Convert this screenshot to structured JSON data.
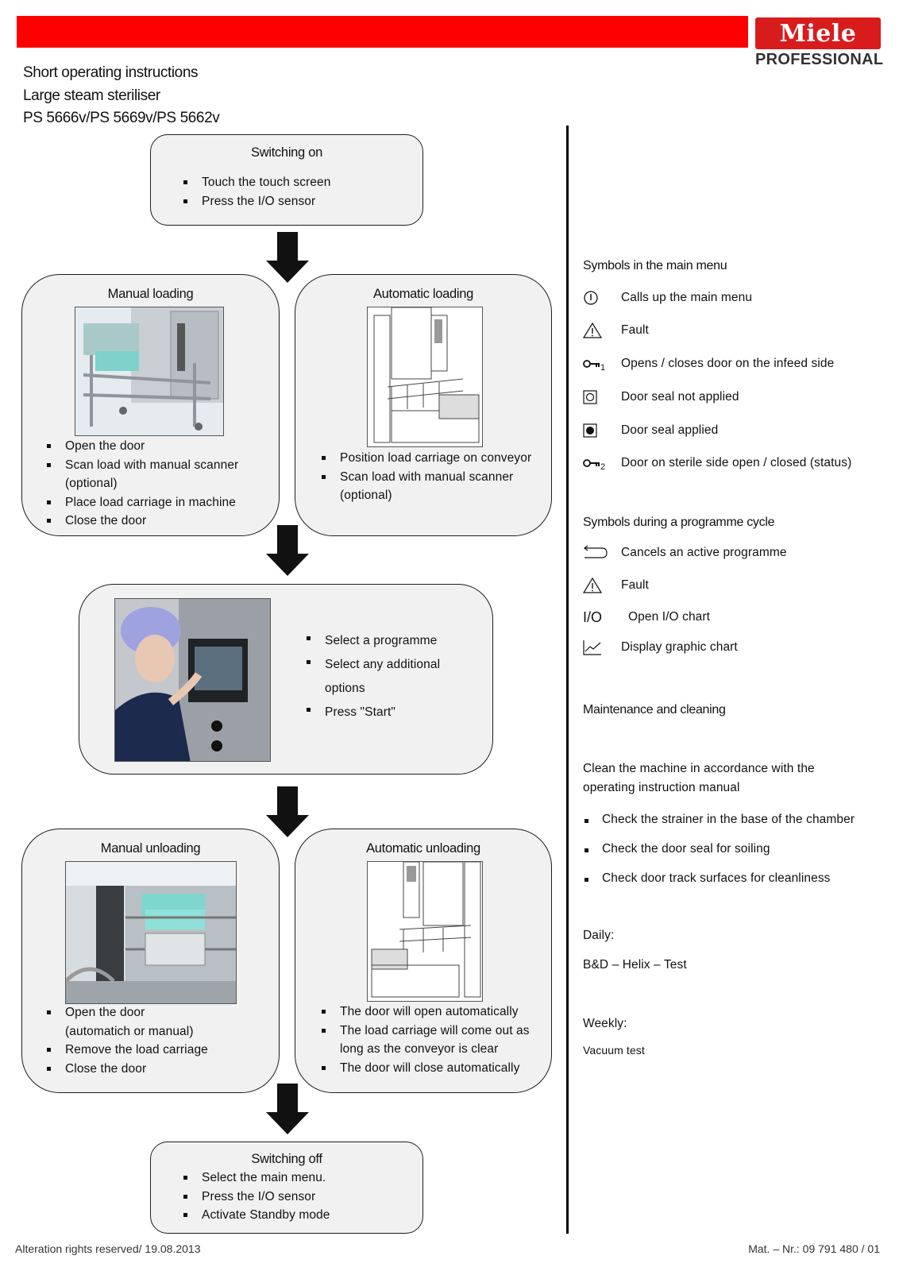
{
  "header": {
    "brand": "Miele",
    "brand_sub": "PROFESSIONAL",
    "titles": [
      "Short operating instructions",
      "Large steam steriliser",
      "PS 5666v/PS 5669v/PS 5662v"
    ]
  },
  "flow": {
    "switching_on": {
      "title": "Switching on",
      "items": [
        "Touch the touch screen",
        "Press the I/O sensor"
      ]
    },
    "manual_loading": {
      "title": "Manual loading",
      "items": [
        "Open the door",
        "Scan load with manual scanner",
        "(optional)",
        "Place load carriage in machine",
        "Close the door"
      ]
    },
    "automatic_loading": {
      "title": "Automatic loading",
      "items": [
        "Position load carriage on conveyor",
        "Scan load with manual scanner",
        "(optional)"
      ]
    },
    "programme": {
      "items": [
        "Select a programme",
        "Select any additional",
        "options",
        "Press \"Start\""
      ]
    },
    "manual_unloading": {
      "title": "Manual unloading",
      "items": [
        "Open the door",
        "(automatich or manual)",
        "Remove the load carriage",
        "Close the door"
      ]
    },
    "automatic_unloading": {
      "title": "Automatic unloading",
      "items": [
        "The door will open automatically",
        "The load carriage will come out as",
        "long as the conveyor is clear",
        "The door will close automatically"
      ]
    },
    "switching_off": {
      "title": "Switching off",
      "items": [
        "Select the main menu.",
        "Press the I/O sensor",
        "Activate Standby mode"
      ]
    }
  },
  "symbols_main": {
    "heading": "Symbols in the main menu",
    "items": [
      {
        "icon": "power-icon",
        "label": "Calls up the main menu"
      },
      {
        "icon": "warning-icon",
        "label": "Fault"
      },
      {
        "icon": "key-1-icon",
        "key_index": "1",
        "label": "Opens / closes door on the infeed side"
      },
      {
        "icon": "seal-open-icon",
        "label": "Door seal not applied"
      },
      {
        "icon": "seal-applied-icon",
        "label": "Door seal applied"
      },
      {
        "icon": "key-2-icon",
        "key_index": "2",
        "label": "Door on sterile side open / closed (status)"
      }
    ]
  },
  "symbols_cycle": {
    "heading": "Symbols during a programme cycle",
    "items": [
      {
        "icon": "cancel-arrow-icon",
        "label": "Cancels an active programme"
      },
      {
        "icon": "warning-icon",
        "label": "Fault"
      },
      {
        "icon": "io-icon",
        "symbol": "I/O",
        "label": "Open I/O chart"
      },
      {
        "icon": "graph-icon",
        "label": "Display graphic chart"
      }
    ]
  },
  "maintenance": {
    "heading": "Maintenance and cleaning",
    "intro": [
      "Clean the machine in accordance with the",
      "operating instruction manual"
    ],
    "items": [
      "Check the strainer in the base of the chamber",
      "Check the door seal for soiling",
      "Check door track surfaces for cleanliness"
    ],
    "daily_label": "Daily:",
    "daily_value": "B&D – Helix – Test",
    "weekly_label": "Weekly:",
    "weekly_value": "Vacuum test"
  },
  "footer": {
    "left": "Alteration rights reserved/ 19.08.2013",
    "right": "Mat. – Nr.: 09 791 480 / 01"
  },
  "colors": {
    "brand_red": "#ff0000",
    "logo_red": "#d81c1c",
    "box_fill": "#f1f1f2"
  }
}
